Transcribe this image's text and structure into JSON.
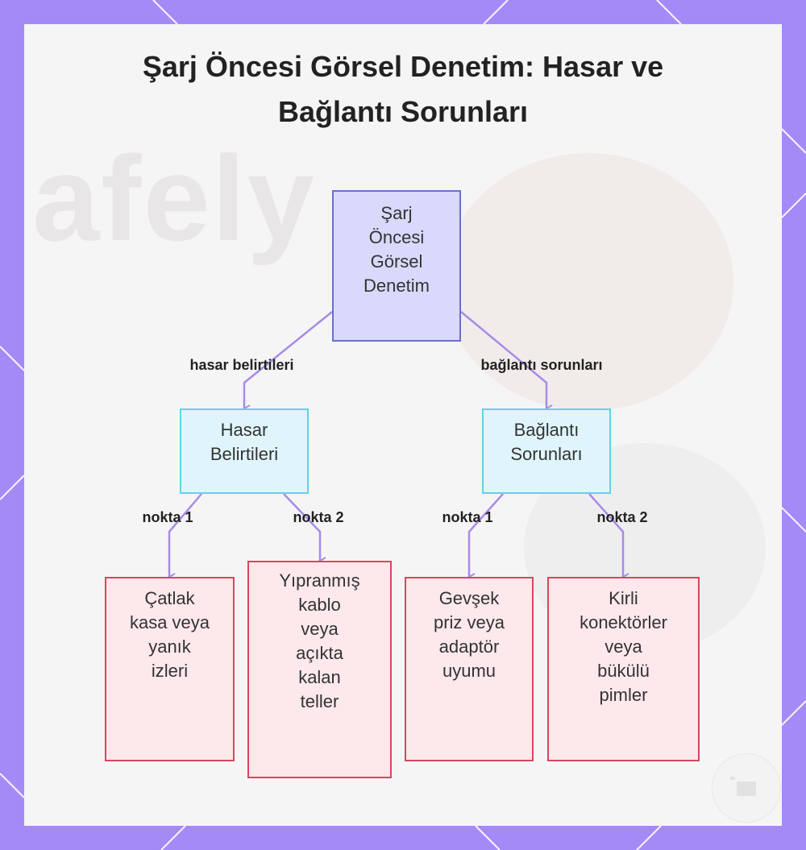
{
  "title": {
    "line1": "Şarj Öncesi Görsel Denetim: Hasar ve",
    "line2": "Bağlantı Sorunları"
  },
  "watermark": "afely",
  "nodes": {
    "root": "Şarj\nÖncesi\nGörsel\nDenetim",
    "damage": "Hasar\nBelirtileri",
    "connection": "Bağlantı\nSorunları",
    "leaf1": "Çatlak\nkasa veya\nyanık\nizleri",
    "leaf2": "Yıpranmış\nkablo\nveya\naçıkta\nkalan\nteller",
    "leaf3": "Gevşek\npriz veya\nadaptör\nuyumu",
    "leaf4": "Kirli\nkonektörler\nveya\nbükülü\npimler"
  },
  "edges": {
    "root_damage": "hasar belirtileri",
    "root_connection": "bağlantı sorunları",
    "damage_leaf1": "nokta 1",
    "damage_leaf2": "nokta 2",
    "connection_leaf3": "nokta 1",
    "connection_leaf4": "nokta 2"
  },
  "colors": {
    "frame": "#a48af7",
    "root_fill": "#d8d9fb",
    "root_stroke": "#6b6ed1",
    "mid_fill": "#dff5fb",
    "mid_stroke": "#5fd3e8",
    "leaf_fill": "#fde8ec",
    "leaf_stroke": "#d6475f",
    "edge": "#a88be8"
  }
}
